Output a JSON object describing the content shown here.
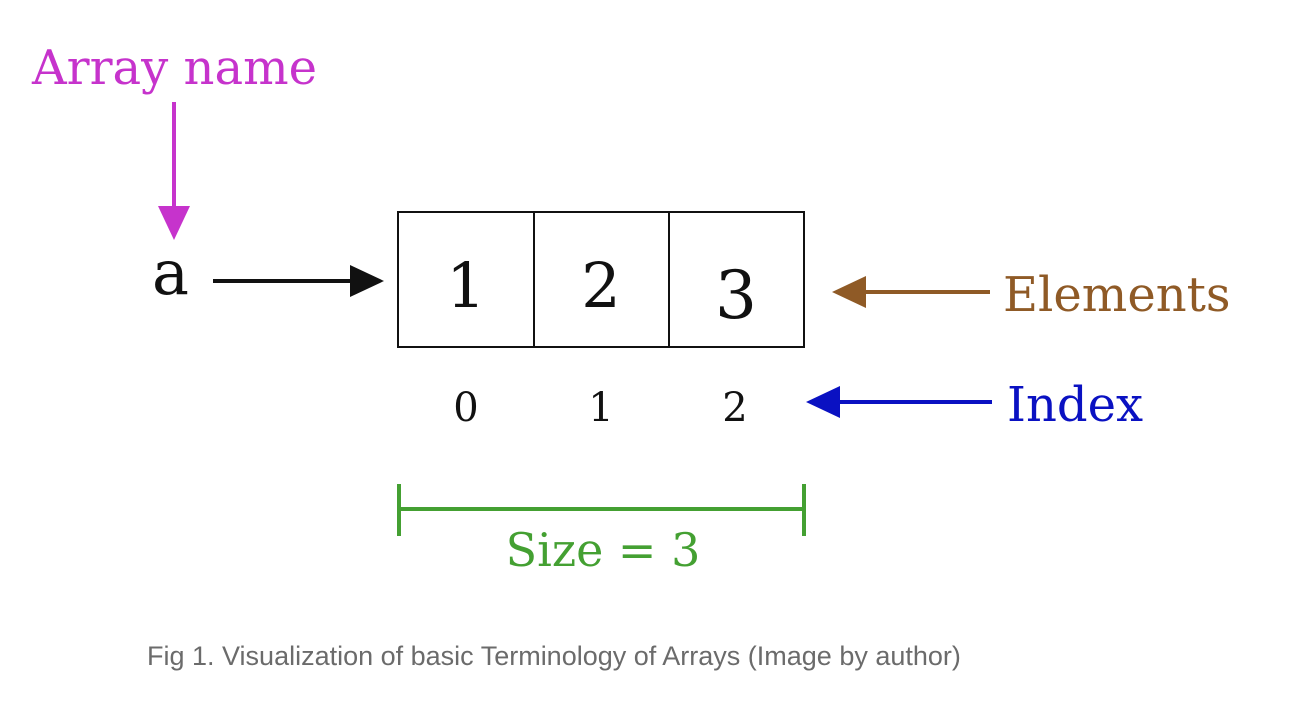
{
  "labels": {
    "array_name": "Array name",
    "variable": "a",
    "elements": "Elements",
    "index": "Index",
    "size": "Size = 3"
  },
  "cells": [
    {
      "value": "1",
      "index": "0"
    },
    {
      "value": "2",
      "index": "1"
    },
    {
      "value": "3",
      "index": "2"
    }
  ],
  "caption": "Fig 1. Visualization of basic Terminology of Arrays (Image by author)",
  "colors": {
    "array_name": "#c633cc",
    "elements": "#8f5a26",
    "index": "#0a11c2",
    "size": "#44a032",
    "ink": "#111111",
    "caption": "#6b6b6b"
  }
}
